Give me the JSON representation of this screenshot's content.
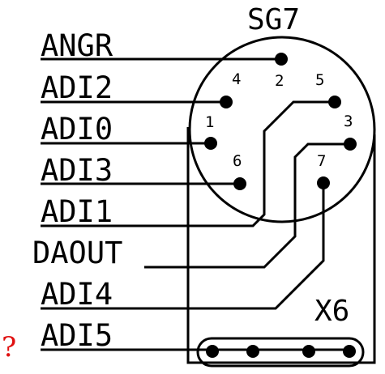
{
  "connector": {
    "name": "SG7",
    "pins": [
      {
        "id": "pin-2",
        "label": "2"
      },
      {
        "id": "pin-4",
        "label": "4"
      },
      {
        "id": "pin-5",
        "label": "5"
      },
      {
        "id": "pin-1",
        "label": "1"
      },
      {
        "id": "pin-3",
        "label": "3"
      },
      {
        "id": "pin-6",
        "label": "6"
      },
      {
        "id": "pin-7",
        "label": "7"
      }
    ]
  },
  "header": {
    "name": "X6"
  },
  "signals": [
    {
      "id": "angr",
      "label": "ANGR"
    },
    {
      "id": "adi2",
      "label": "ADI2"
    },
    {
      "id": "adi0",
      "label": "ADI0"
    },
    {
      "id": "adi3",
      "label": "ADI3"
    },
    {
      "id": "adi1",
      "label": "ADI1"
    },
    {
      "id": "daout",
      "label": "DAOUT"
    },
    {
      "id": "adi4",
      "label": "ADI4"
    },
    {
      "id": "adi5",
      "label": "ADI5"
    }
  ],
  "annotation": {
    "question_mark": "?"
  },
  "colors": {
    "line": "#000000",
    "annotation": "#e01010",
    "background": "#ffffff"
  }
}
